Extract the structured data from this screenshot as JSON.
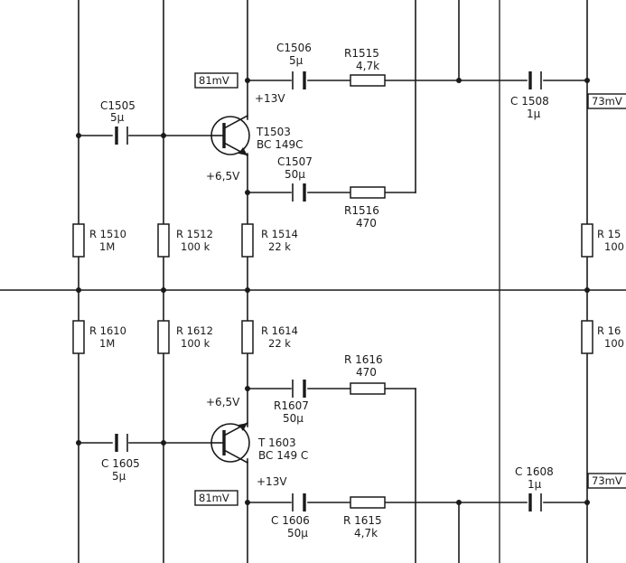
{
  "top": {
    "c1506": {
      "ref": "C1506",
      "val": "5µ"
    },
    "r1515": {
      "ref": "R1515",
      "val": "4,7k"
    },
    "c1505": {
      "ref": "C1505",
      "val": "5µ"
    },
    "probe_81": "81mV",
    "v13": "+13V",
    "t1503": {
      "ref": "T1503",
      "type": "BC 149C"
    },
    "v65": "+6,5V",
    "c1507": {
      "ref": "C1507",
      "val": "50µ"
    },
    "r1516": {
      "ref": "R1516",
      "val": "470"
    },
    "c1508": {
      "ref": "C 1508",
      "val": "1µ"
    },
    "probe_73": "73mV",
    "r1510": {
      "ref": "R 1510",
      "val": "1M"
    },
    "r1512": {
      "ref": "R 1512",
      "val": "100 k"
    },
    "r1514": {
      "ref": "R 1514",
      "val": "22 k"
    },
    "r_right": {
      "ref": "R 15",
      "val": "100"
    }
  },
  "bottom": {
    "r1610": {
      "ref": "R 1610",
      "val": "1M"
    },
    "r1612": {
      "ref": "R 1612",
      "val": "100 k"
    },
    "r1614": {
      "ref": "R 1614",
      "val": "22 k"
    },
    "r1616": {
      "ref": "R 1616",
      "val": "470"
    },
    "v65": "+6,5V",
    "r1607": {
      "ref": "R1607",
      "val": "50µ"
    },
    "c1605": {
      "ref": "C 1605",
      "val": "5µ"
    },
    "t1603": {
      "ref": "T 1603",
      "type": "BC 149 C"
    },
    "v13": "+13V",
    "probe_81": "81mV",
    "c1606": {
      "ref": "C 1606",
      "val": "50µ"
    },
    "r1615": {
      "ref": "R 1615",
      "val": "4,7k"
    },
    "c1608": {
      "ref": "C 1608",
      "val": "1µ"
    },
    "probe_73": "73mV",
    "r_right": {
      "ref": "R 16",
      "val": "100"
    }
  }
}
